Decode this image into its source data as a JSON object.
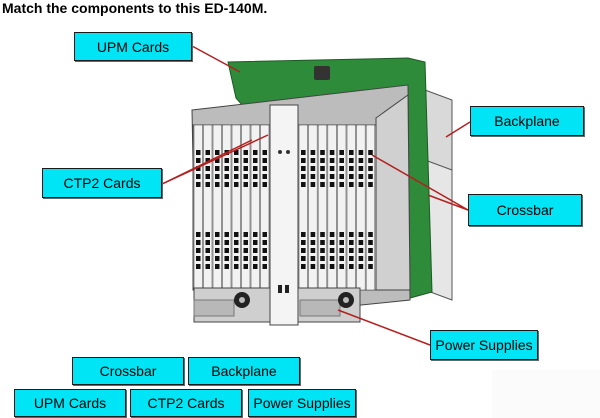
{
  "question": "Match the components to this ED-140M.",
  "placed_labels": {
    "upm_cards": "UPM Cards",
    "ctp2_cards": "CTP2 Cards",
    "backplane": "Backplane",
    "crossbar": "Crossbar",
    "power_supplies": "Power Supplies"
  },
  "answer_bank": [
    "Crossbar",
    "Backplane",
    "UPM Cards",
    "CTP2 Cards",
    "Power Supplies"
  ],
  "colors": {
    "label_fill": "#00e5f5",
    "leader_line": "#b3201f",
    "backplane_green": "#2e8b3a",
    "chassis_gray": "#c8c8c8"
  }
}
